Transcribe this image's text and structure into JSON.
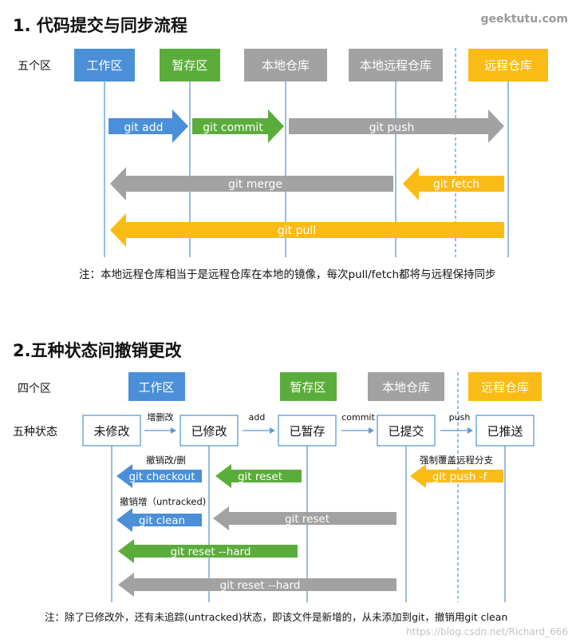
{
  "watermark_top": "geektutu.com",
  "watermark_bottom": "https://blog.csdn.net/Richard_666",
  "colors": {
    "blue": "#4a8fd8",
    "green": "#5aad3a",
    "gray": "#a2a2a2",
    "orange": "#fbbb16",
    "line": "#5b9bd5",
    "box_border": "#5b9bd5"
  },
  "section1": {
    "title": "1. 代码提交与同步流程",
    "zone_label": "五个区",
    "zones": [
      "工作区",
      "暂存区",
      "本地仓库",
      "本地远程仓库",
      "远程仓库"
    ],
    "arrows": {
      "git_add": "git add",
      "git_commit": "git commit",
      "git_push": "git push",
      "git_merge": "git merge",
      "git_fetch": "git fetch",
      "git_pull": "git pull"
    },
    "note": "注：本地远程仓库相当于是远程仓库在本地的镜像，每次pull/fetch都将与远程保持同步"
  },
  "section2": {
    "title": "2.五种状态间撤销更改",
    "zone_label": "四个区",
    "zones": [
      "工作区",
      "暂存区",
      "本地仓库",
      "远程仓库"
    ],
    "state_label": "五种状态",
    "states": [
      "未修改",
      "已修改",
      "已暂存",
      "已提交",
      "已推送"
    ],
    "transitions": [
      "增删改",
      "add",
      "commit",
      "push"
    ],
    "undo": {
      "checkout_caption": "撤销改/删",
      "checkout": "git checkout",
      "reset1": "git reset",
      "force_caption": "强制覆盖远程分支",
      "push_f": "git push -f",
      "clean_caption": "撤销增（untracked)",
      "clean": "git clean",
      "reset2": "git reset",
      "reset_hard1": "git reset --hard",
      "reset_hard2": "git reset --hard"
    },
    "note": "注：除了已修改外，还有未追踪(untracked)状态，即该文件是新增的，从未添加到git，撤销用git clean"
  }
}
